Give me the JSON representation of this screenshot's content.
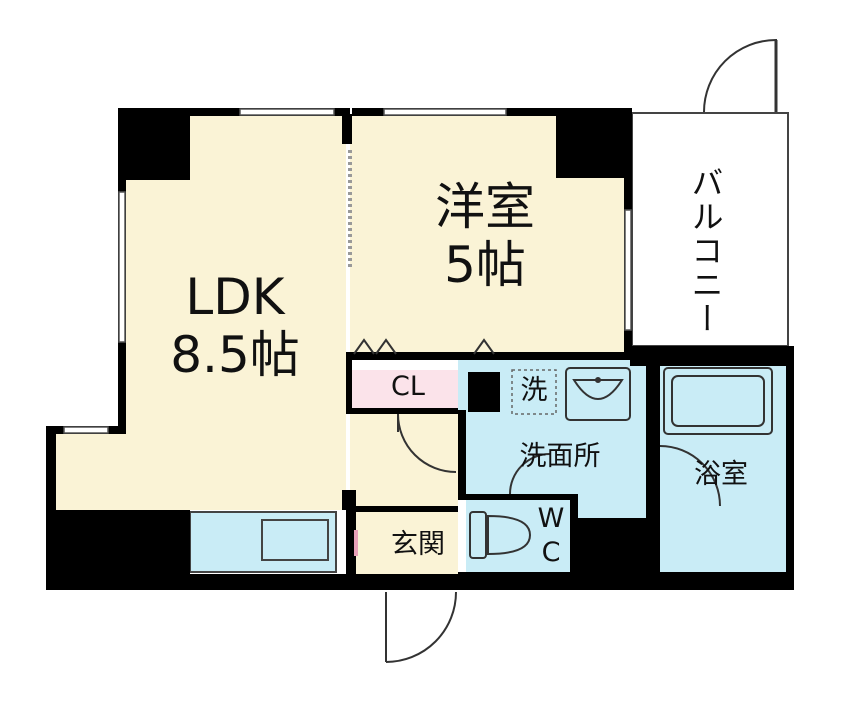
{
  "rooms": {
    "ldk": {
      "name": "LDK",
      "size": "8.5帖"
    },
    "western_room": {
      "name": "洋室",
      "size": "5帖"
    },
    "balcony": {
      "name": "バルコニー"
    },
    "closet": {
      "name": "CL"
    },
    "washer": {
      "name": "洗"
    },
    "washroom": {
      "name": "洗面所"
    },
    "bathroom": {
      "name": "浴室"
    },
    "toilet": {
      "line1": "W",
      "line2": "C"
    },
    "entrance": {
      "name": "玄関"
    }
  },
  "colors": {
    "wall": "#000000",
    "ldk_floor": "#faf3d6",
    "western_floor": "#faf3d6",
    "entrance_floor": "#faf3d6",
    "water_area": "#c9ecf6",
    "closet_floor": "#fbe3ea",
    "balcony_floor": "#ffffff",
    "fixture_line": "#333333"
  }
}
